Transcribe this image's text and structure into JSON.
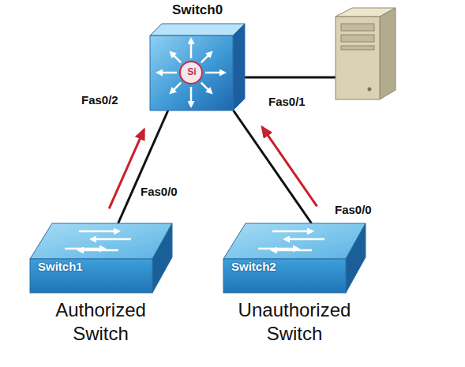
{
  "diagram": {
    "nodes": [
      {
        "text": [
          "Switch0"
        ]
      },
      {
        "text": [
          "Switch1"
        ]
      },
      {
        "text": [
          "Switch2"
        ]
      }
    ],
    "edges": [
      {
        "from": 1,
        "to": 0,
        "arrow": "to"
      },
      {
        "from": 2,
        "to": 0,
        "arrow": "to"
      }
    ],
    "labels": [
      "Si",
      "Fas0/2",
      "Fas0/1",
      "Fas0/0",
      "Fas0/0",
      "Authorized Switch",
      "Unauthorized Switch"
    ]
  }
}
